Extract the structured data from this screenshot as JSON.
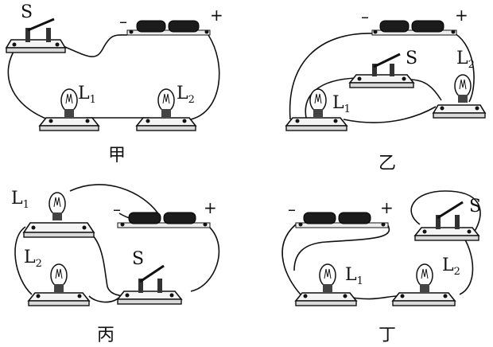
{
  "diagrams": [
    {
      "caption": "甲",
      "labels": {
        "switch": "S",
        "lamp1_main": "L",
        "lamp1_sub": "1",
        "lamp2_main": "L",
        "lamp2_sub": "2",
        "neg": "–",
        "pos": "+"
      }
    },
    {
      "caption": "乙",
      "labels": {
        "switch": "S",
        "lamp1_main": "L",
        "lamp1_sub": "1",
        "lamp2_main": "L",
        "lamp2_sub": "2",
        "neg": "–",
        "pos": "+"
      }
    },
    {
      "caption": "丙",
      "labels": {
        "switch": "S",
        "lamp1_main": "L",
        "lamp1_sub": "1",
        "lamp2_main": "L",
        "lamp2_sub": "2",
        "neg": "–",
        "pos": "+"
      }
    },
    {
      "caption": "丁",
      "labels": {
        "switch": "S",
        "lamp1_main": "L",
        "lamp1_sub": "1",
        "lamp2_main": "L",
        "lamp2_sub": "2",
        "neg": "–",
        "pos": "+"
      }
    }
  ]
}
